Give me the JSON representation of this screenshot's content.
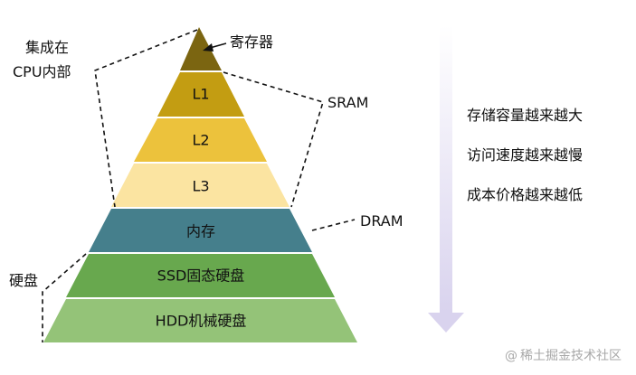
{
  "pyramid": {
    "tiers": [
      {
        "label": "",
        "color": "#7b6511"
      },
      {
        "label": "L1",
        "color": "#c39d12"
      },
      {
        "label": "L2",
        "color": "#ecc23c"
      },
      {
        "label": "L3",
        "color": "#fbe4a1"
      },
      {
        "label": "内存",
        "color": "#457f8c"
      },
      {
        "label": "SSD固态硬盘",
        "color": "#68a84e"
      },
      {
        "label": "HDD机械硬盘",
        "color": "#94c378"
      }
    ]
  },
  "annotations": {
    "register": "寄存器",
    "cpu_line1": "集成在",
    "cpu_line2": "CPU内部",
    "sram": "SRAM",
    "dram": "DRAM",
    "disk": "硬盘"
  },
  "arrow": {
    "color": "#d9d3ee"
  },
  "properties": [
    "存储容量越来越大",
    "访问速度越来越慢",
    "成本价格越来越低"
  ],
  "watermark": {
    "icon": "at-sign-icon",
    "text": "稀土掘金技术社区"
  }
}
